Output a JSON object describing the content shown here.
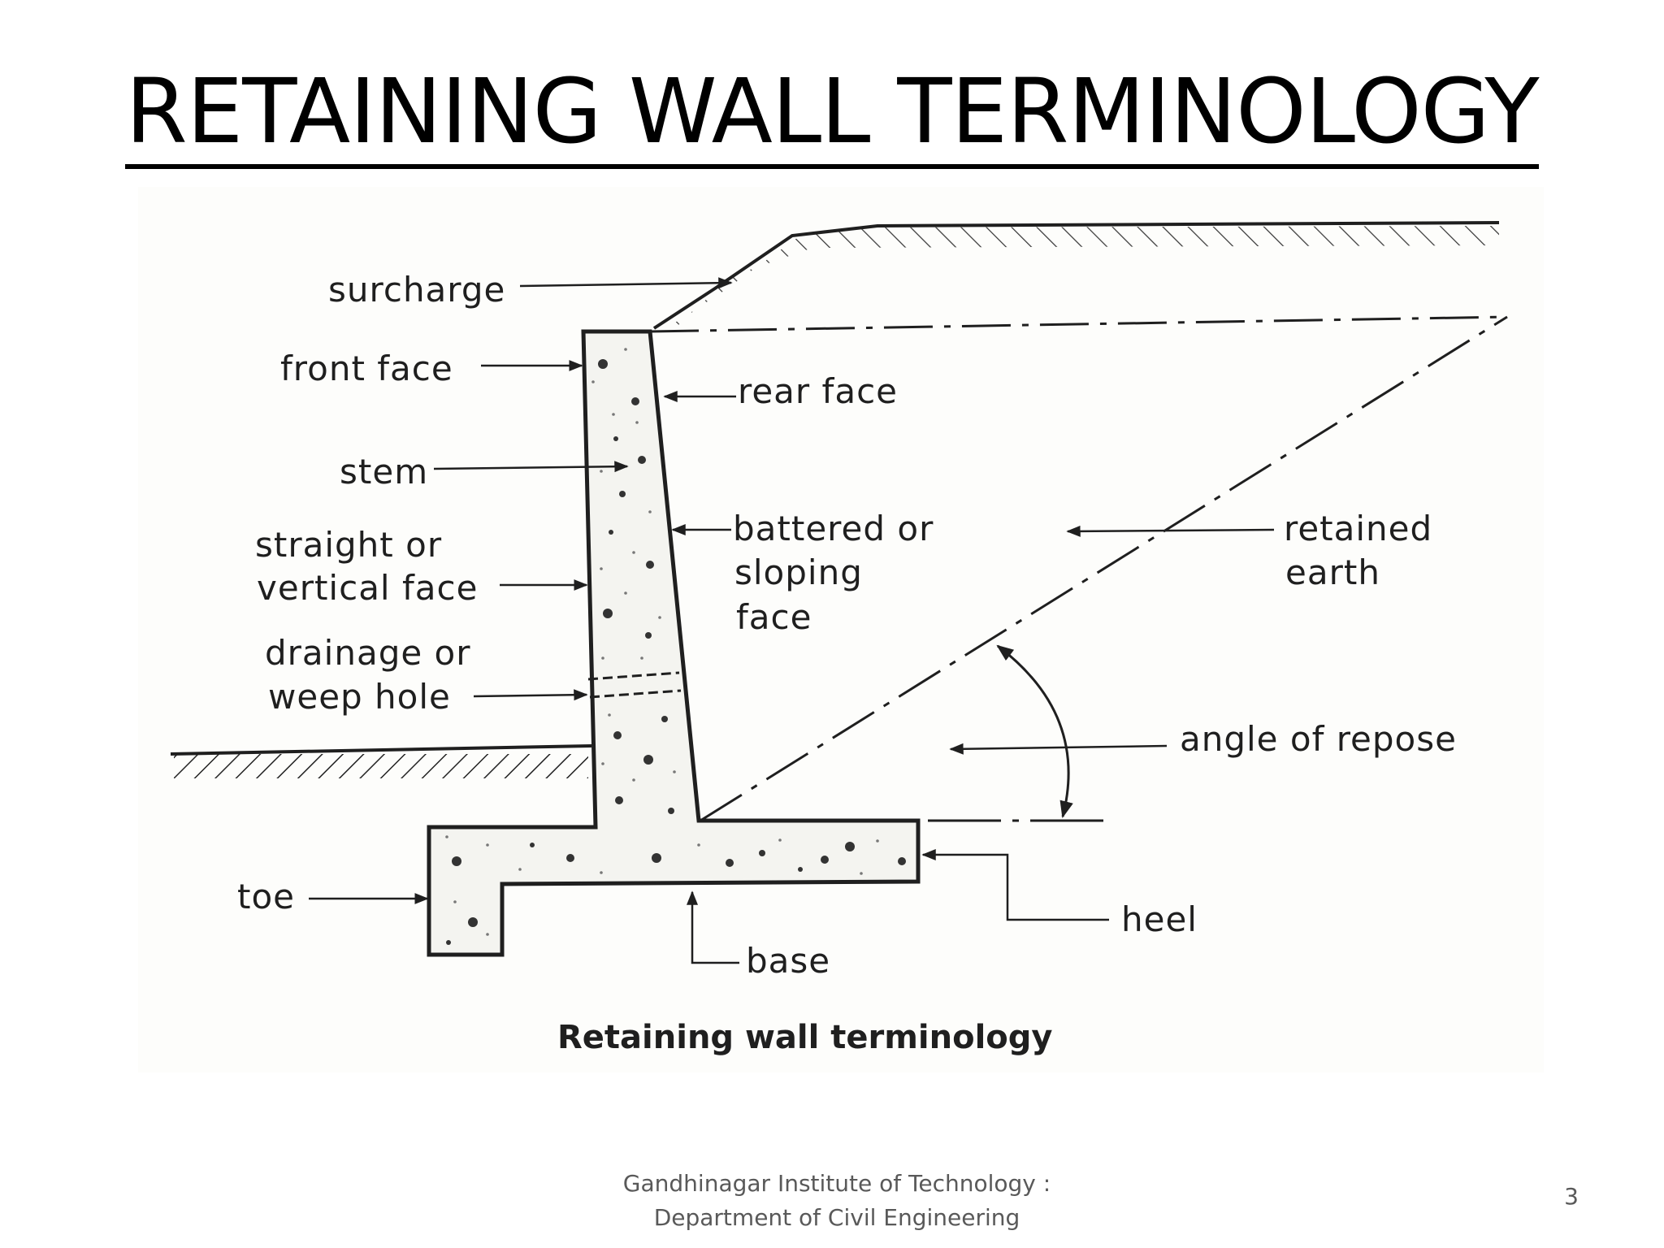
{
  "slide": {
    "title": "RETAINING WALL TERMINOLOGY",
    "footer_line1": "Gandhinagar Institute of Technology :",
    "footer_line2": "Department of Civil Engineering",
    "page_number": "3"
  },
  "diagram": {
    "labels": {
      "surcharge": "surcharge",
      "front_face": "front face",
      "rear_face": "rear face",
      "stem": "stem",
      "straight_line1": "straight or",
      "straight_line2": "vertical face",
      "battered_line1": "battered or",
      "battered_line2": "sloping",
      "battered_line3": "face",
      "retained_line1": "retained",
      "retained_line2": "earth",
      "drainage_line1": "drainage or",
      "drainage_line2": "weep hole",
      "angle_of_repose": "angle of repose",
      "toe": "toe",
      "heel": "heel",
      "base": "base"
    },
    "caption": "Retaining wall terminology"
  }
}
